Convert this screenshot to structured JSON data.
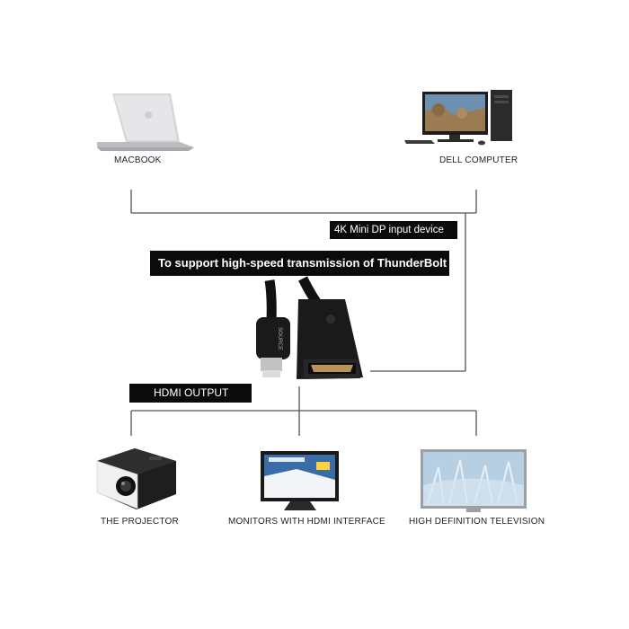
{
  "devices_top": {
    "left_label": "MACBOOK",
    "right_label": "DELL COMPUTER"
  },
  "banners": {
    "input": "4K Mini DP input device",
    "thunderbolt": "To support high-speed transmission of ThunderBolt",
    "output": "HDMI OUTPUT"
  },
  "adapter": {
    "male_plug_text": "SOURCE"
  },
  "devices_bottom": {
    "projector_label": "THE PROJECTOR",
    "monitor_label": "MONITORS WITH HDMI INTERFACE",
    "tv_label": "HIGH DEFINITION TELEVISION"
  },
  "colors": {
    "line": "#555555",
    "banner_bg": "#0b0b0b",
    "banner_text": "#ffffff"
  }
}
